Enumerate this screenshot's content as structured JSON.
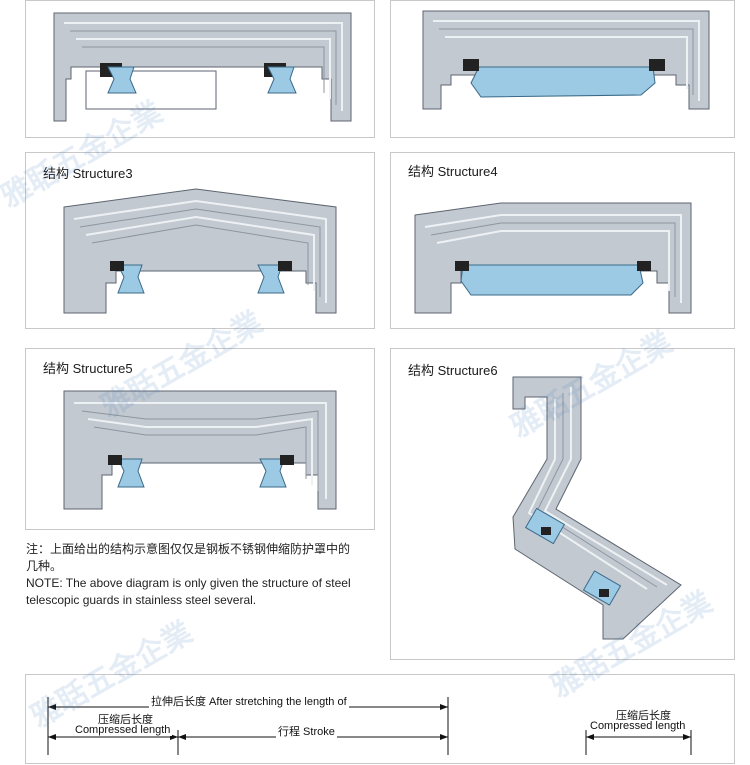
{
  "panels": [
    {
      "id": 1,
      "title": ""
    },
    {
      "id": 2,
      "title": ""
    },
    {
      "id": 3,
      "title": "结构 Structure3"
    },
    {
      "id": 4,
      "title": "结构 Structure4"
    },
    {
      "id": 5,
      "title": "结构 Structure5"
    },
    {
      "id": 6,
      "title": "结构 Structure6"
    }
  ],
  "notes": {
    "cn_line1": "注：上面给出的结构示意图仅仅是钢板不锈钢伸缩防护罩中的",
    "cn_line2": "几种。",
    "en_line1": "NOTE: The above diagram is only given the structure of steel",
    "en_line2": "telescopic guards in stainless steel several."
  },
  "dimension": {
    "stretch_label": "拉伸后长度 After stretching the length of",
    "compressed_left_cn": "压缩后长度",
    "compressed_left_en": "Compressed length",
    "stroke_label": "行程 Stroke",
    "compressed_right_cn": "压缩后长度",
    "compressed_right_en": "Compressed length"
  },
  "watermark": "雅聒五金企業",
  "colors": {
    "plate_fill": "#bfc5cc",
    "plate_stroke": "#5c6570",
    "rail_fill": "#9cc9e3",
    "seal": "#222222"
  }
}
